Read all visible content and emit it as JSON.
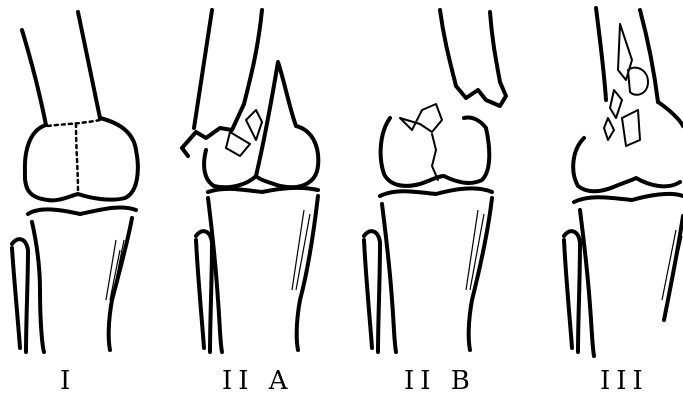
{
  "panels": [
    {
      "label": "I"
    },
    {
      "label": "II A"
    },
    {
      "label": "II B"
    },
    {
      "label": "III"
    }
  ],
  "colors": {
    "ink": "#000000",
    "background": "#ffffff"
  }
}
